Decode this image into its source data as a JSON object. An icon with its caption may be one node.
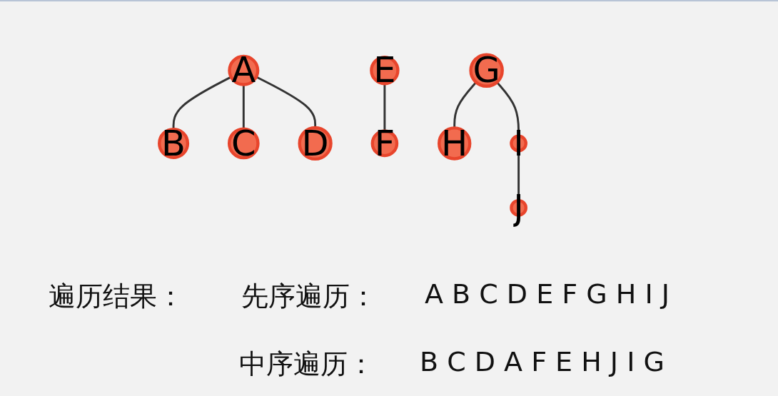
{
  "diagram": {
    "nodes": [
      {
        "text": [
          "A"
        ]
      },
      {
        "text": [
          "B"
        ]
      },
      {
        "text": [
          "C"
        ]
      },
      {
        "text": [
          "D"
        ]
      },
      {
        "text": [
          "E"
        ]
      },
      {
        "text": [
          "F"
        ]
      },
      {
        "text": [
          "G"
        ]
      },
      {
        "text": [
          "H"
        ]
      },
      {
        "text": [
          "I"
        ]
      },
      {
        "text": [
          "J"
        ]
      }
    ],
    "edges": [
      {
        "from": 0,
        "to": 1,
        "arrow": "none"
      },
      {
        "from": 0,
        "to": 2,
        "arrow": "none"
      },
      {
        "from": 0,
        "to": 3,
        "arrow": "none"
      },
      {
        "from": 4,
        "to": 5,
        "arrow": "none"
      },
      {
        "from": 6,
        "to": 7,
        "arrow": "none"
      },
      {
        "from": 6,
        "to": 8,
        "arrow": "none"
      },
      {
        "from": 8,
        "to": 9,
        "arrow": "none"
      }
    ],
    "labels": [
      "遍历结果：",
      "先序遍历：",
      "A B C D E F G H I J",
      "中序遍历：",
      "B C D A F E H J I G"
    ]
  }
}
